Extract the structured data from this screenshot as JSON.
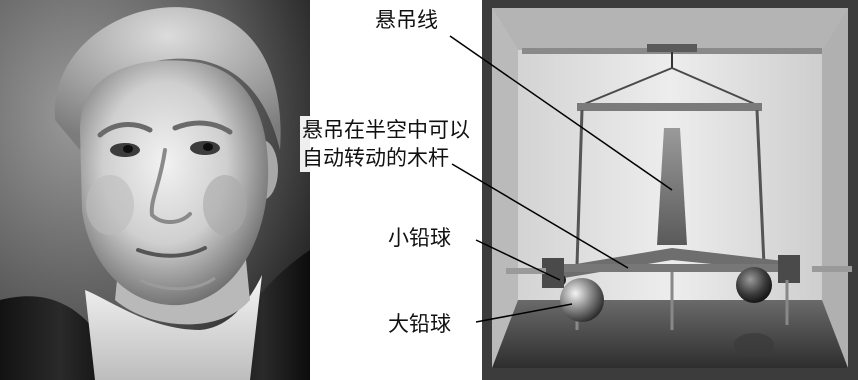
{
  "labels": {
    "suspension_wire": "悬吊线",
    "rotating_rod_line1": "悬吊在半空中可以",
    "rotating_rod_line2": "自动转动的木杆",
    "small_lead_ball": "小铅球",
    "large_lead_ball": "大铅球"
  }
}
